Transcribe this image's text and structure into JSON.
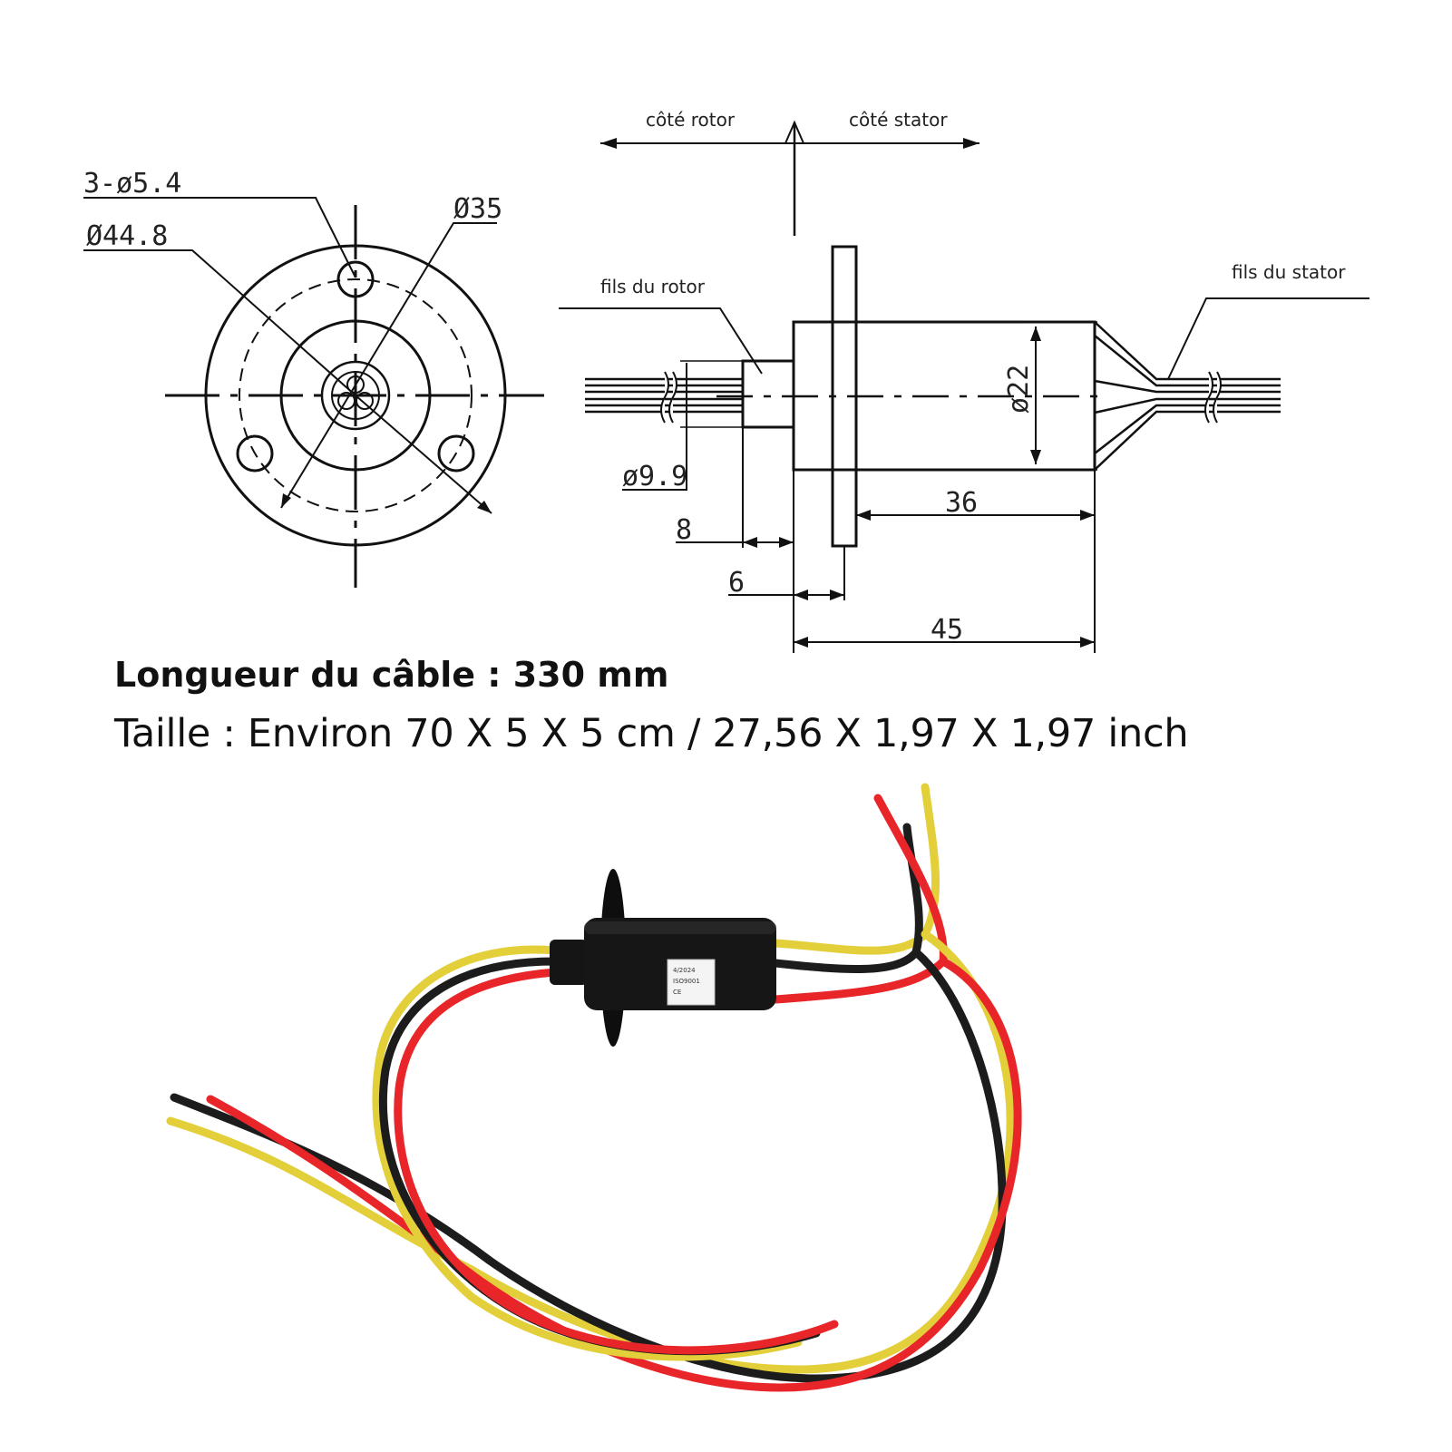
{
  "front_view": {
    "holes_label": "3-ø5.4",
    "outer_diameter_label": "Ø44.8",
    "pitch_diameter_label": "Ø35"
  },
  "side_view": {
    "rotor_side_label": "côté rotor",
    "stator_side_label": "côté stator",
    "rotor_wires_label": "fils du rotor",
    "stator_wires_label": "fils du stator",
    "body_diameter_label": "ø22",
    "shaft_diameter_label": "ø9.9",
    "dim_36": "36",
    "dim_8": "8",
    "dim_6": "6",
    "dim_45": "45"
  },
  "captions": {
    "cable_length": "Longueur du câble : 330 mm",
    "size": "Taille : Environ 70 X 5 X 5 cm / 27,56 X 1,97 X 1,97 inch"
  },
  "product_label": {
    "line1": "4/2024",
    "line2": "ISO9001",
    "line3": "CE"
  },
  "wire_colors": {
    "red": "#e8262a",
    "black": "#1c1c1c",
    "yellow": "#e2cf3a"
  }
}
